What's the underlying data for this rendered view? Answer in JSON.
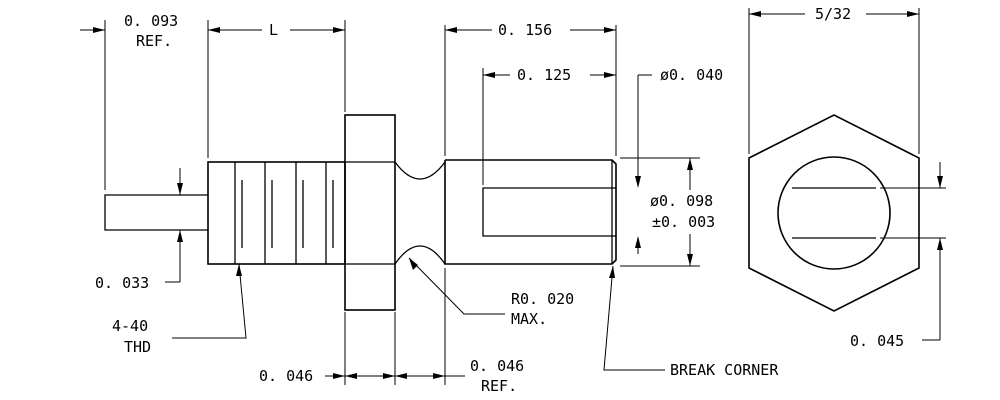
{
  "labels": {
    "ref_093": "0. 093",
    "ref_093_sub": "REF.",
    "length": "L",
    "len_156": "0. 156",
    "len_125": "0. 125",
    "dia_040": "ø0. 040",
    "dia_098": "ø0. 098",
    "tol_003": "±0. 003",
    "hex_width": "5/32",
    "dia_033": "0. 033",
    "thread": "4-40",
    "thread_sub": "THD",
    "radius": "R0. 020",
    "radius_sub": "MAX.",
    "len_046": "0. 046",
    "len_046_ref": "0. 046",
    "ref_sub": "REF.",
    "break_corner": "BREAK CORNER",
    "slot_045": "0. 045"
  }
}
